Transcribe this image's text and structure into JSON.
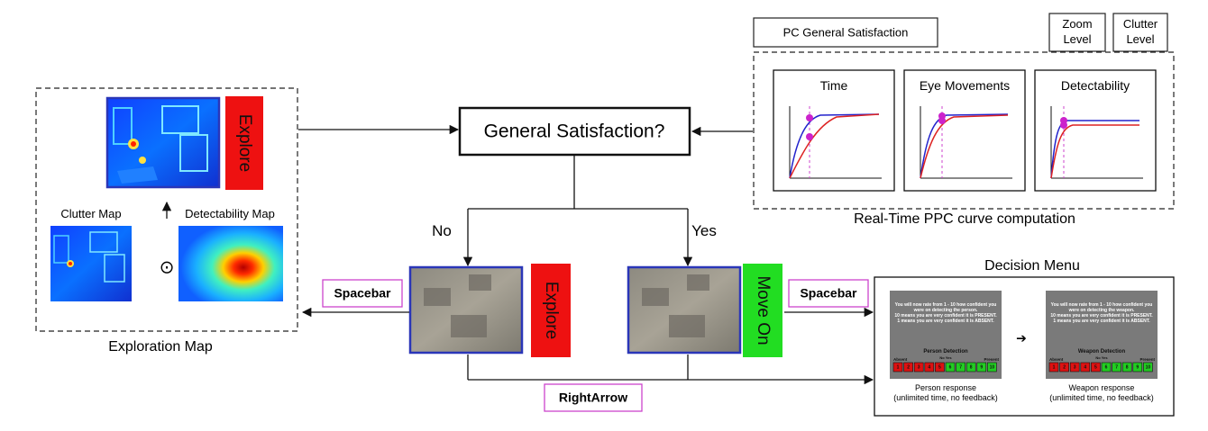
{
  "center": {
    "question": "General Satisfaction?"
  },
  "branches": {
    "no": "No",
    "yes": "Yes"
  },
  "keys": {
    "spacebar_left": "Spacebar",
    "spacebar_right": "Spacebar",
    "right_arrow": "RightArrow"
  },
  "actions": {
    "explore_top": "Explore",
    "explore_bottom": "Explore",
    "move_on": "Move On"
  },
  "exploration": {
    "clutter_map": "Clutter Map",
    "detectability_map": "Detectability Map",
    "title": "Exploration Map",
    "operator": "⊙"
  },
  "ppc": {
    "pc_general": "PC General Satisfaction",
    "zoom_level": [
      "Zoom",
      "Level"
    ],
    "clutter_level": [
      "Clutter",
      "Level"
    ],
    "panels": [
      "Time",
      "Eye Movements",
      "Detectability"
    ],
    "title": "Real-Time PPC curve computation"
  },
  "decision": {
    "title": "Decision Menu",
    "person": {
      "instructions": [
        "You will now rate from 1 - 10 how confident you",
        "were on detecting the person.",
        "10 means you are very confident it is PRESENT.",
        "1 means you are very confident it is ABSENT."
      ],
      "heading": "Person Detection",
      "absent": "Absent",
      "noyes": "No  Yes",
      "present": "Present",
      "scale": [
        "1",
        "2",
        "3",
        "4",
        "5",
        "6",
        "7",
        "8",
        "9",
        "10"
      ],
      "caption": [
        "Person response",
        "(unlimited time, no feedback)"
      ]
    },
    "weapon": {
      "instructions": [
        "You will now rate from 1 - 10 how confident you",
        "were on detecting the weapon.",
        "10 means you are very confident it is PRESENT.",
        "1 means you are very confident it is ABSENT."
      ],
      "heading": "Weapon Detection",
      "absent": "Absent",
      "noyes": "No  Yes",
      "present": "Present",
      "scale": [
        "1",
        "2",
        "3",
        "4",
        "5",
        "6",
        "7",
        "8",
        "9",
        "10"
      ],
      "caption": [
        "Weapon response",
        "(unlimited time, no feedback)"
      ]
    },
    "arrow": "➔"
  },
  "colors": {
    "explore": "#ee1111",
    "move_on": "#22dd22",
    "frame_blue": "#2a36b8",
    "key_border": "#cc44cc",
    "curve_red": "#dd2222",
    "curve_blue": "#2222cc",
    "dot": "#cc22cc"
  }
}
